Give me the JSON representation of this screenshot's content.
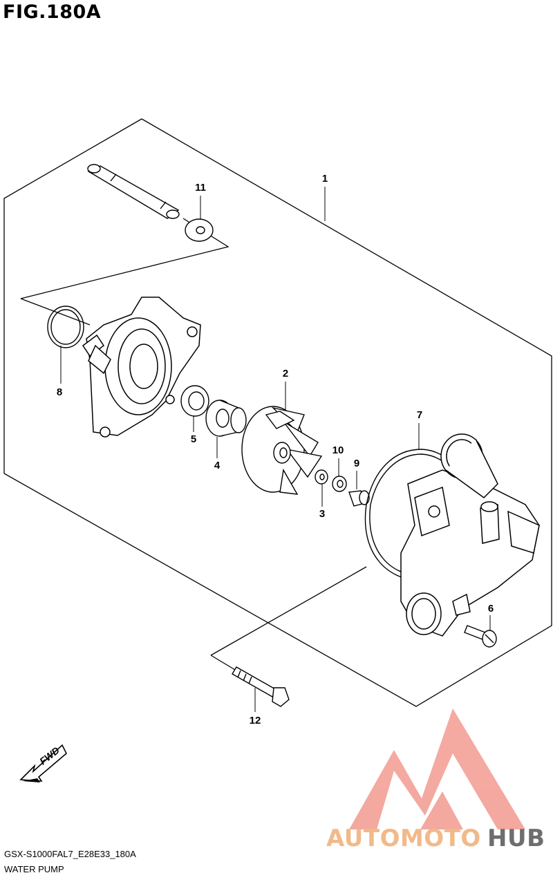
{
  "figure": {
    "title": "FIG.180A",
    "model_code": "GSX-S1000FAL7_E28E33_180A",
    "caption": "WATER PUMP",
    "fwd_label": "FWD"
  },
  "parts": [
    {
      "num": "1",
      "name": "water-pump-assembly"
    },
    {
      "num": "2",
      "name": "impeller"
    },
    {
      "num": "3",
      "name": "washer"
    },
    {
      "num": "4",
      "name": "mechanical-seal"
    },
    {
      "num": "5",
      "name": "oil-seal"
    },
    {
      "num": "6",
      "name": "screw"
    },
    {
      "num": "7",
      "name": "gasket"
    },
    {
      "num": "8",
      "name": "o-ring"
    },
    {
      "num": "9",
      "name": "bolt"
    },
    {
      "num": "10",
      "name": "washer"
    },
    {
      "num": "11",
      "name": "washer"
    },
    {
      "num": "12",
      "name": "bolt"
    }
  ],
  "watermark": {
    "text_a": "AUTOMOTO",
    "text_b": "HUB",
    "color_a": "#f2b98a",
    "color_b": "#6e6e6e",
    "logo_color": "#f29a90"
  }
}
